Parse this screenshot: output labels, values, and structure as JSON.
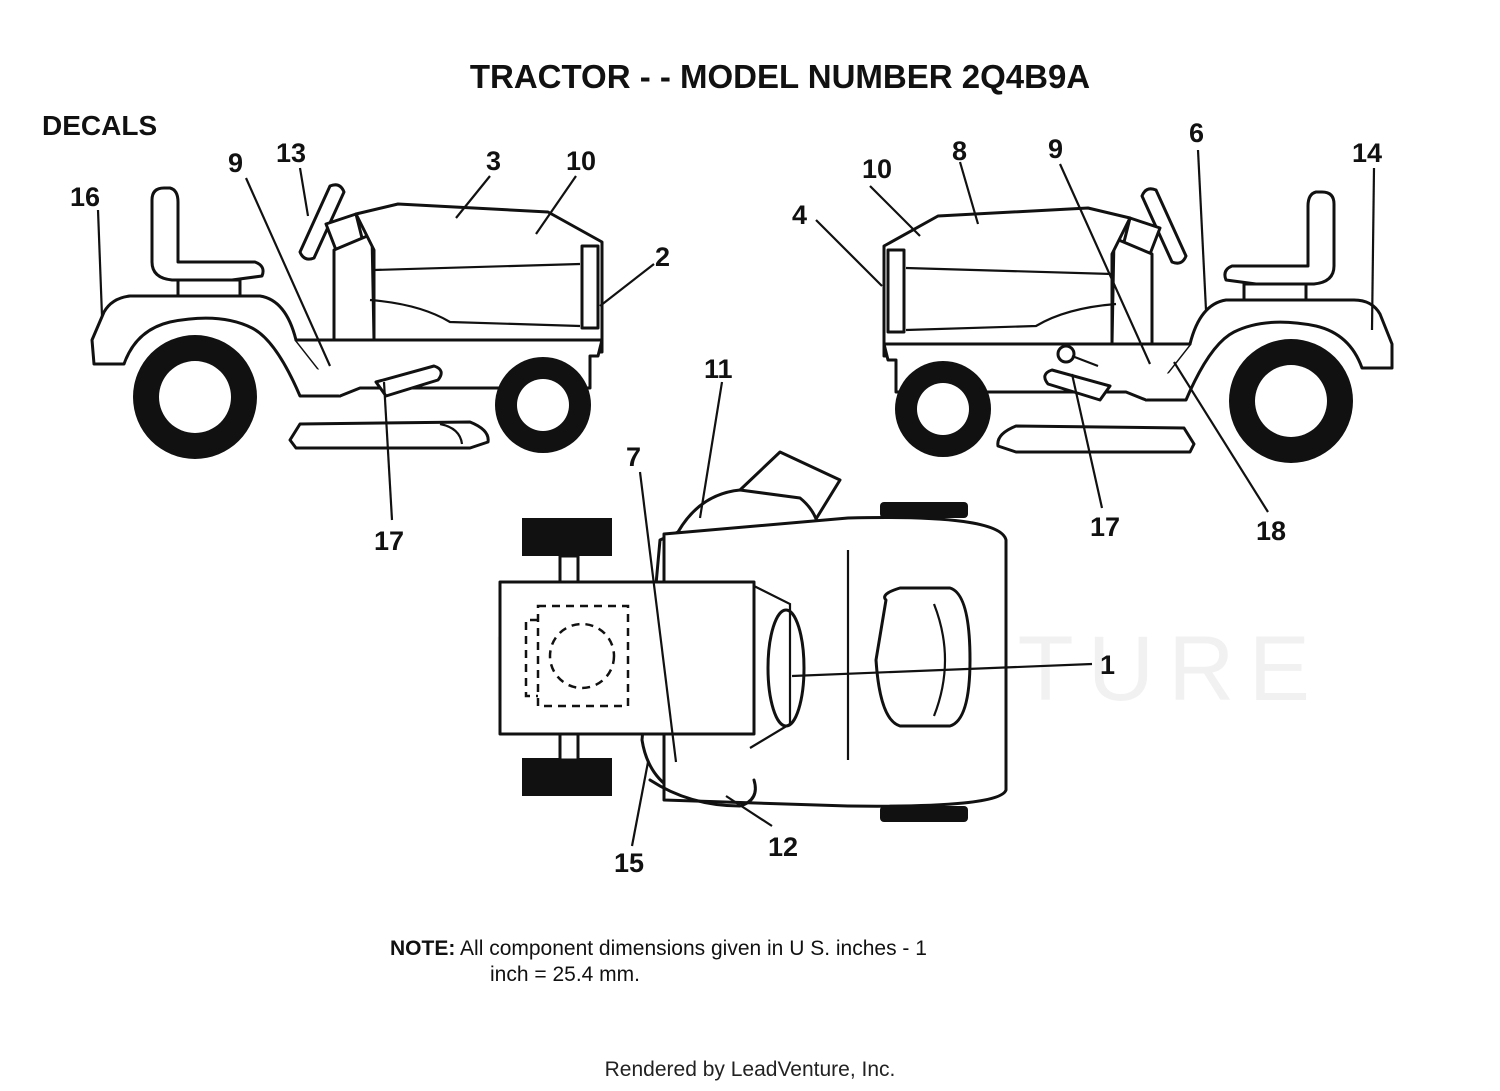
{
  "title": "TRACTOR - - MODEL NUMBER 2Q4B9A",
  "section": "DECALS",
  "note": {
    "label": "NOTE:",
    "line1": "All component dimensions given in U S. inches - 1",
    "line2": "inch = 25.4 mm."
  },
  "watermark": "LEADVENTURE",
  "footer": "Rendered by LeadVenture, Inc.",
  "callouts": {
    "c16": "16",
    "c9a": "9",
    "c13": "13",
    "c3": "3",
    "c10a": "10",
    "c2": "2",
    "c17a": "17",
    "c4": "4",
    "c10b": "10",
    "c8": "8",
    "c9b": "9",
    "c6": "6",
    "c14": "14",
    "c17b": "17",
    "c18": "18",
    "c11": "11",
    "c7": "7",
    "c1": "1",
    "c15": "15",
    "c12": "12"
  }
}
